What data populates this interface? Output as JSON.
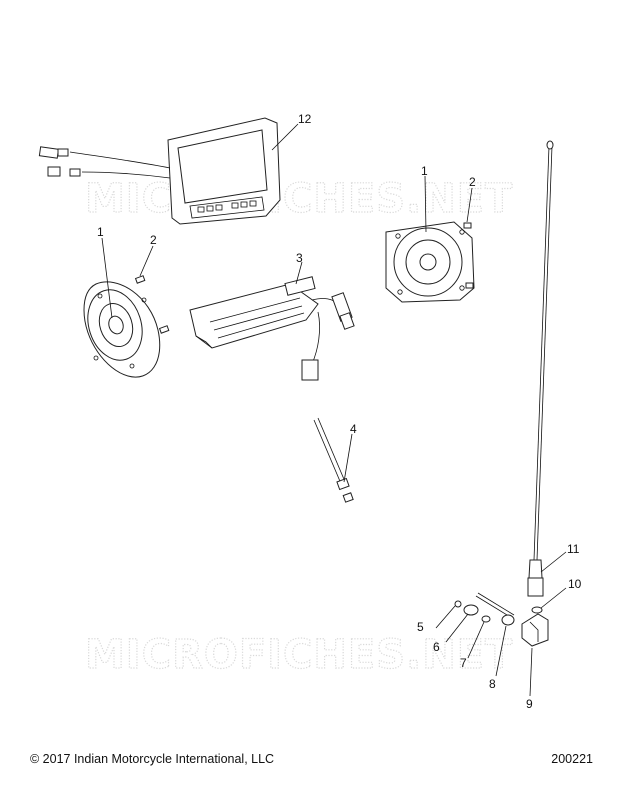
{
  "watermark": "MICROFICHES.NET",
  "footer": {
    "copyright": "© 2017 Indian Motorcycle International, LLC",
    "doc_number": "200221"
  },
  "callouts": {
    "c1_left": "1",
    "c2_left": "2",
    "c3": "3",
    "c12": "12",
    "c1_right": "1",
    "c2_right": "2",
    "c4": "4",
    "c11": "11",
    "c10": "10",
    "c5": "5",
    "c6": "6",
    "c7": "7",
    "c8": "8",
    "c9": "9"
  }
}
